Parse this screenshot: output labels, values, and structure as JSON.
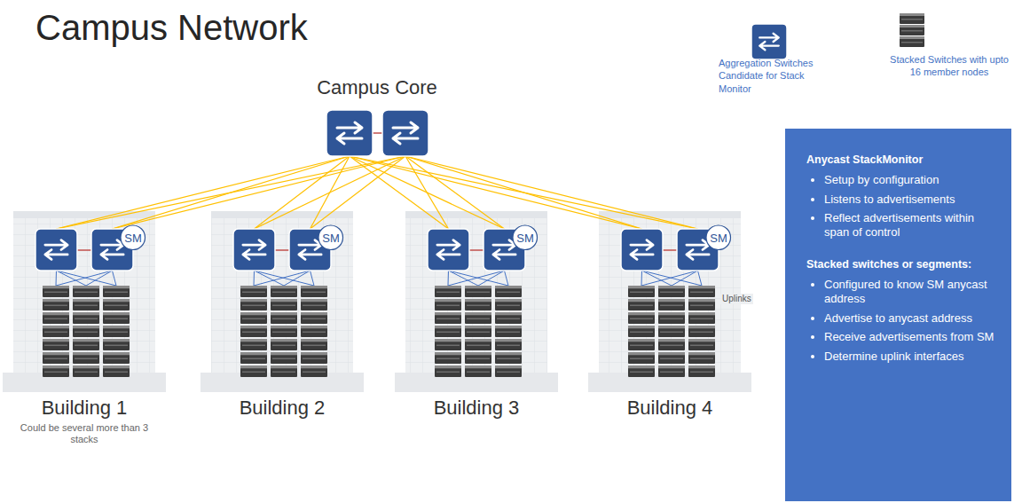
{
  "diagram": {
    "title": "Campus Network",
    "nodes": [
      {
        "text": [
          "SM"
        ]
      },
      {
        "text": [
          "SM"
        ]
      },
      {
        "text": [
          "SM"
        ]
      },
      {
        "text": [
          "SM"
        ]
      },
      {
        "text": [
          "Anycast StackMonitor",
          "Setup by configuration",
          "Listens to advertisements",
          "Reflect advertisements within span of control",
          "Stacked switches or segments:",
          "Configured to know SM anycast address",
          "Advertise to anycast address",
          "Receive advertisements from SM",
          "Determine uplink interfaces"
        ]
      }
    ],
    "labels": [
      "Campus Core",
      "Building 1",
      "Could be several more than 3 stacks",
      "Building 2",
      "Building 3",
      "Building 4",
      "Uplinks"
    ],
    "legend": [
      {
        "text": "Aggregation Switches Candidate for Stack Monitor"
      },
      {
        "text": "Stacked Switches with upto 16 member nodes"
      }
    ]
  }
}
